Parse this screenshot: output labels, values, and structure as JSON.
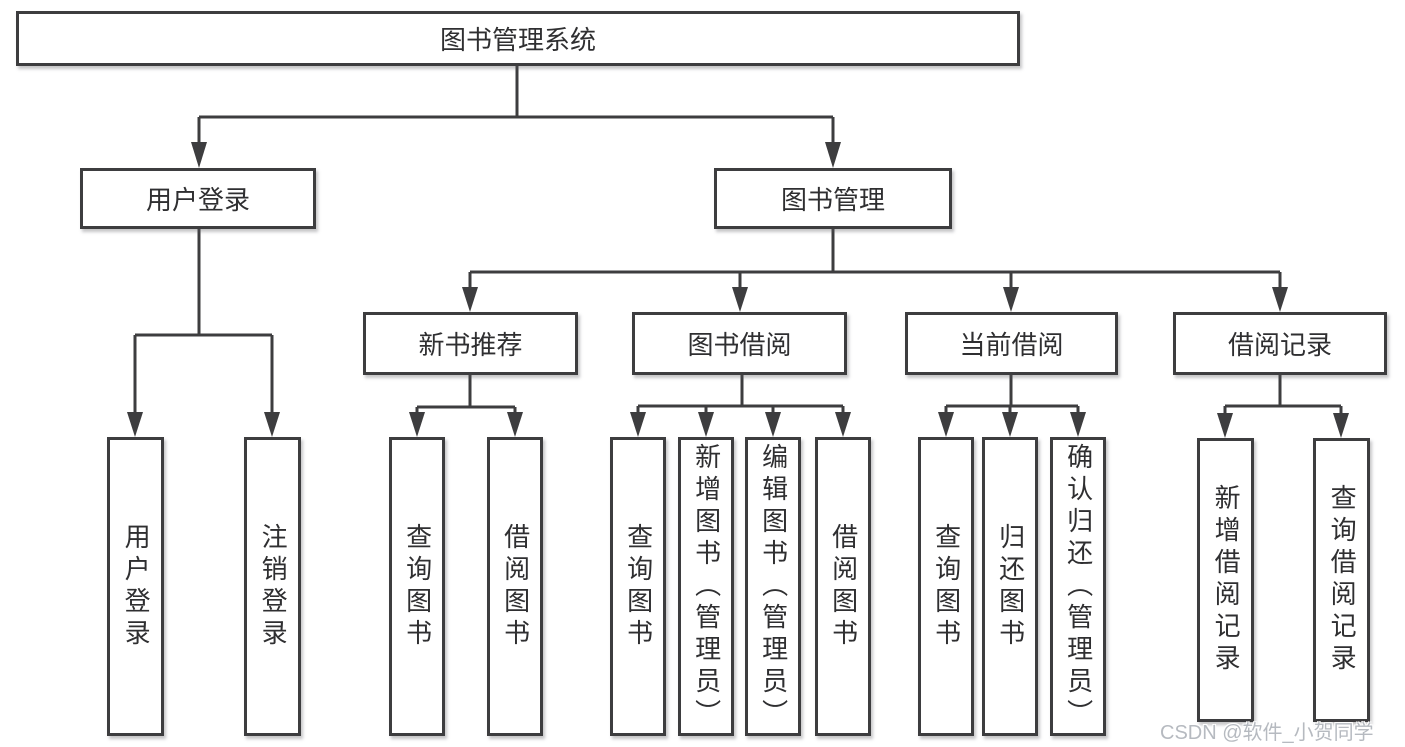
{
  "diagram": {
    "root": {
      "label": "图书管理系统"
    },
    "branches": [
      {
        "label": "用户登录",
        "children": [
          {
            "label": "用户登录"
          },
          {
            "label": "注销登录"
          }
        ]
      },
      {
        "label": "图书管理",
        "sections": [
          {
            "label": "新书推荐",
            "children": [
              {
                "label": "查询图书"
              },
              {
                "label": "借阅图书"
              }
            ]
          },
          {
            "label": "图书借阅",
            "children": [
              {
                "label": "查询图书"
              },
              {
                "label": "新增图书（管理员）"
              },
              {
                "label": "编辑图书（管理员）"
              },
              {
                "label": "借阅图书"
              }
            ]
          },
          {
            "label": "当前借阅",
            "children": [
              {
                "label": "查询图书"
              },
              {
                "label": "归还图书"
              },
              {
                "label": "确认归还（管理员）"
              }
            ]
          },
          {
            "label": "借阅记录",
            "children": [
              {
                "label": "新增借阅记录"
              },
              {
                "label": "查询借阅记录"
              }
            ]
          }
        ]
      }
    ]
  },
  "watermark": {
    "text": "CSDN @软件_小贺同学"
  },
  "colors": {
    "line": "#3d3d3f",
    "text": "#2f2f31",
    "watermark": "#b6bac0",
    "background": "#ffffff"
  }
}
